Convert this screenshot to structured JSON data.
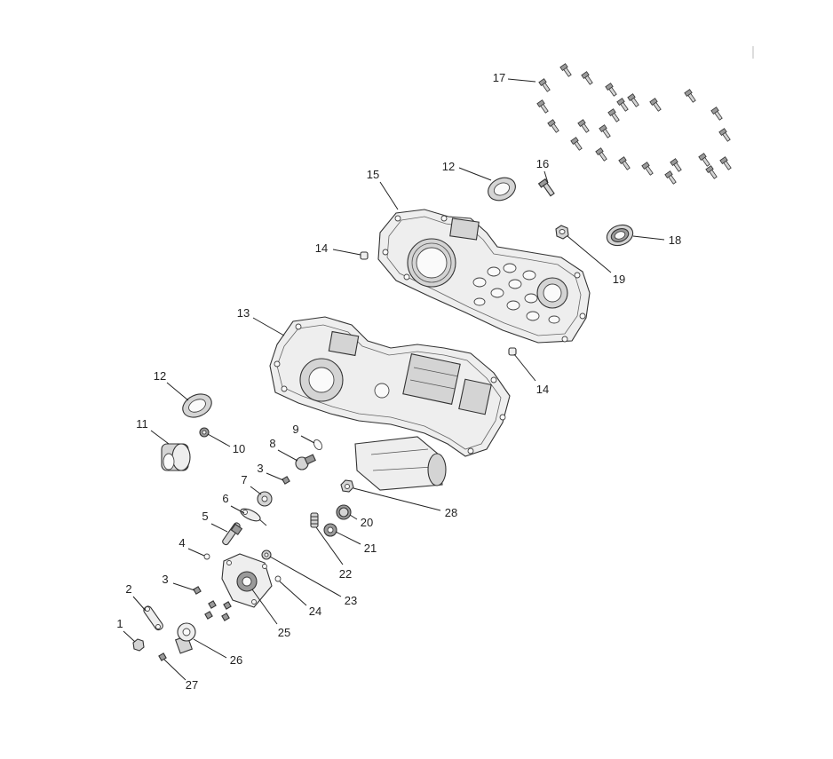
{
  "callouts": [
    "17",
    "12",
    "16",
    "15",
    "14",
    "18",
    "19",
    "13",
    "14",
    "12",
    "11",
    "10",
    "9",
    "8",
    "3",
    "7",
    "6",
    "28",
    "20",
    "5",
    "21",
    "4",
    "22",
    "23",
    "3",
    "2",
    "24",
    "25",
    "1",
    "26",
    "27"
  ],
  "colors": {
    "background": "#ffffff",
    "line": "#222222",
    "part_fill": "#eeeeee",
    "part_shade": "#d4d4d4",
    "part_dark": "#9a9a9a"
  }
}
